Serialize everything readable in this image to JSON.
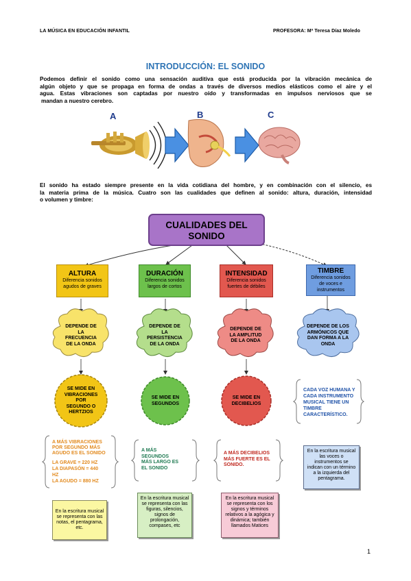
{
  "header": {
    "left": "LA MÚSICA EN EDUCACIÓN INFANTIL",
    "right": "PROFESORA: Mª Teresa Díaz Moledo"
  },
  "title": "INTRODUCCIÓN: EL SONIDO",
  "intro_lines": [
    "Podemos definir el sonido como una sensación auditiva que está producida por la vibración mecánica de",
    "algún objeto y que se propaga en forma de ondas a través de diversos medios elásticos como el aire y el",
    "agua. Estas vibraciones son captadas por nuestro oído y transformadas en impulsos nerviosos que se",
    "mandan a nuestro cerebro."
  ],
  "diagram_letters": [
    "A",
    "B",
    "C"
  ],
  "second_lines": [
    "El sonido ha estado siempre presente en la vida cotidiana del hombre, y en combinación con el silencio, es",
    "la materia prima de la música. Cuatro son las cualidades que definen al sonido: altura, duración, intensidad",
    "o volumen y timbre:"
  ],
  "map": {
    "root_lines": [
      "CUALIDADES DEL",
      "SONIDO"
    ],
    "columns": [
      {
        "title": "ALTURA",
        "sub_lines": [
          "Diferencia sonidos",
          "agudos de graves"
        ],
        "cloud_lines": [
          "DEPENDE DE",
          "LA",
          "FRECUENCIA",
          "DE LA ONDA"
        ],
        "circle_lines": [
          "SE MIDE EN",
          "VIBRACIONES",
          "POR",
          "SEGUNDO O",
          "HERTZIOS"
        ],
        "bracket_lines": [
          "A MÁS VIBRACIONES",
          "POR SEGUNDO MÁS",
          "AGUDO ES EL SONIDO",
          "",
          "LA GRAVE = 220 HZ",
          "LA DIAPASÓN = 440",
          "HZ",
          "LA AGUDO = 880 HZ"
        ],
        "note_lines": [
          "En la escritura musical",
          "se representa con las",
          "notas, el pentagrama,",
          "etc."
        ]
      },
      {
        "title": "DURACIÓN",
        "sub_lines": [
          "Diferencia sonidos",
          "largos de cortos"
        ],
        "cloud_lines": [
          "DEPENDE DE",
          "LA",
          "PERSISTENCIA",
          "DE LA ONDA"
        ],
        "circle_lines": [
          "SE MIDE EN",
          "SEGUNDOS"
        ],
        "bracket_lines": [
          "A MÁS",
          "SEGUNDOS",
          "MÁS LARGO ES",
          "EL SONIDO"
        ],
        "note_lines": [
          "En la escritura musical",
          "se representa con las",
          "figuras, silencios,",
          "signos de",
          "prolongación,",
          "compases, etc"
        ]
      },
      {
        "title": "INTENSIDAD",
        "sub_lines": [
          "Diferencia sonidos",
          "fuertes de débiles"
        ],
        "cloud_lines": [
          "DEPENDE DE",
          "LA AMPLITUD",
          "DE LA ONDA"
        ],
        "circle_lines": [
          "SE MIDE EN",
          "DECIBELIOS"
        ],
        "bracket_lines": [
          "A MÁS DECIBELIOS",
          "MÁS FUERTE ES EL",
          "SONIDO."
        ],
        "note_lines": [
          "En la escritura musical",
          "se representa con los",
          "signos y términos",
          "relativos a la agógica y",
          "dinámica; también",
          "llamados Matices"
        ]
      },
      {
        "title": "TIMBRE",
        "sub_lines": [
          "Diferencia sonidos",
          "de voces e",
          "instrumentos"
        ],
        "cloud_lines": [
          "DEPENDE DE LOS",
          "ARMÓNICOS QUE",
          "DAN FORMA A LA",
          "ONDA"
        ],
        "circle_lines": [],
        "bracket_lines": [
          "CADA VOZ HUMANA Y",
          "CADA INSTRUMENTO",
          "MUSICAL TIENE UN",
          "TIMBRE",
          "CARACTERÍSTICO."
        ],
        "note_lines": [
          "En la escritura musical",
          "las voces o",
          "instrumentos se",
          "indican con un término",
          "a la izquierda del",
          "pentagrama."
        ]
      }
    ]
  },
  "page_number": "1",
  "colors": {
    "title": "#2e74b5",
    "root_fill": "#a874c8",
    "altura": "#f2c516",
    "duracion": "#6dc14c",
    "intensidad": "#e2584f",
    "timbre": "#6f9de0",
    "cloud_altura": "#f8e36a",
    "cloud_duracion": "#b4de8c",
    "cloud_intensidad": "#ee8b86",
    "cloud_timbre": "#a9c6ef",
    "bracket_altura": "#e28a1e",
    "bracket_duracion": "#1f7a52",
    "bracket_intensidad": "#c0281f",
    "bracket_timbre": "#1f52a8",
    "note_yellow": "#fbf7a2",
    "note_green": "#d7efc4",
    "note_pink": "#f7cbd7",
    "note_blue": "#cfe0f6"
  },
  "icons": [
    "trumpet-icon",
    "sound-wave-icon",
    "arrow-right-icon",
    "ear-icon",
    "brain-icon"
  ]
}
